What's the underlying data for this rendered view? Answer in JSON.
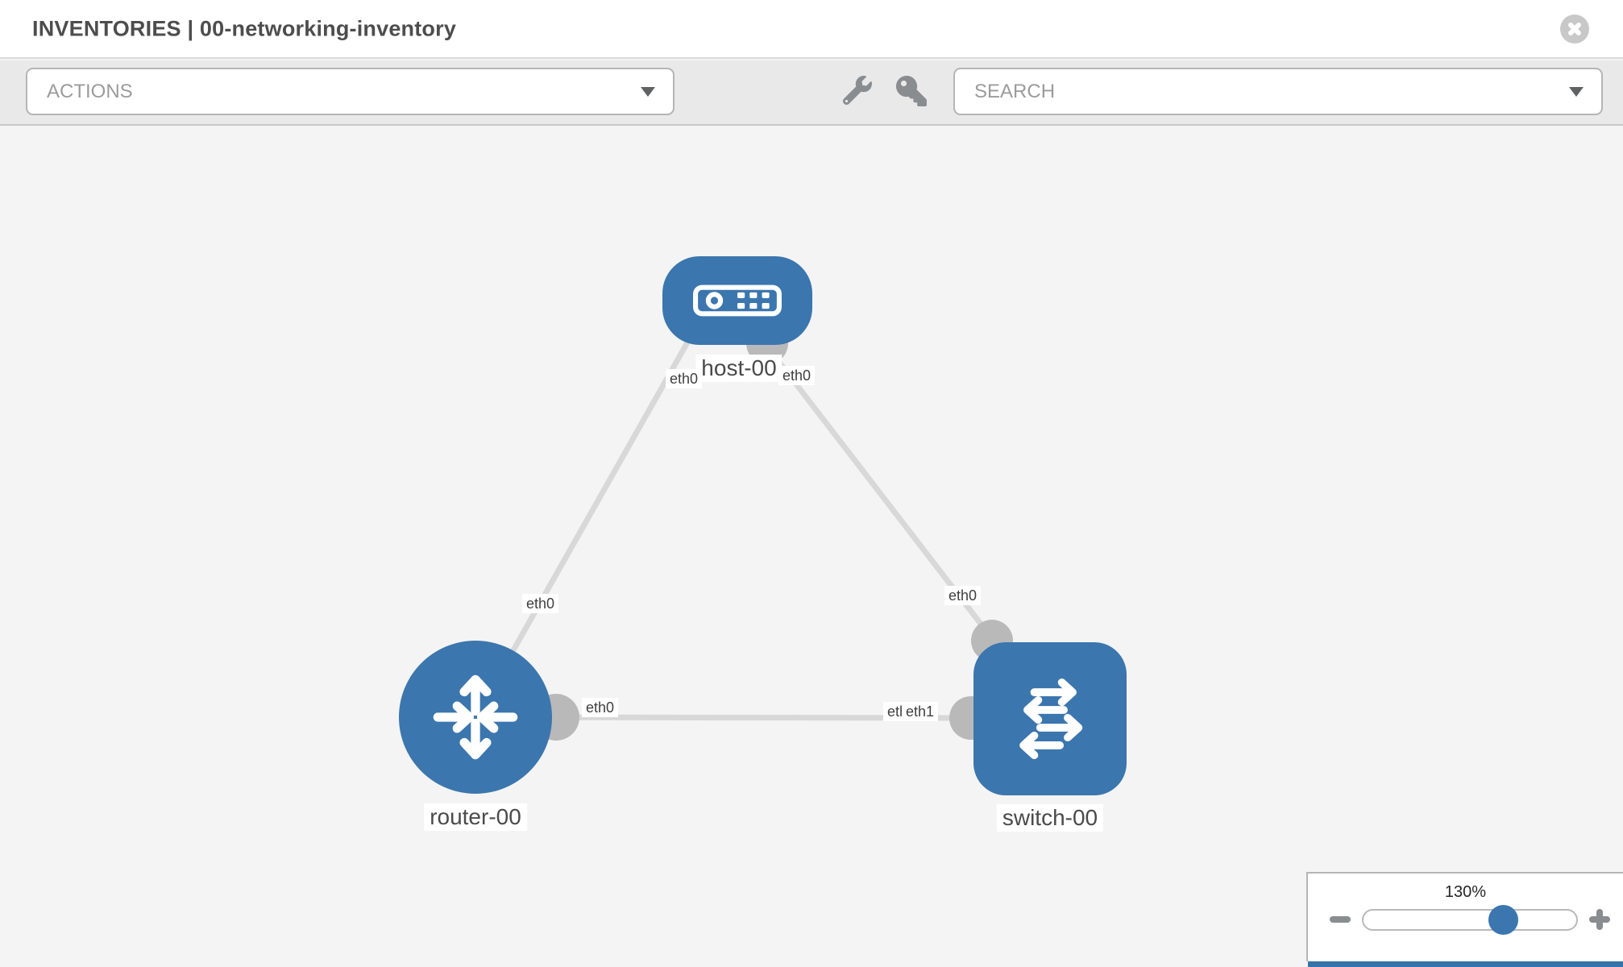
{
  "header": {
    "title": "INVENTORIES | 00-networking-inventory"
  },
  "toolbar": {
    "actions_label": "ACTIONS",
    "search_label": "SEARCH"
  },
  "icons": {
    "close": "circle-x-icon",
    "wrench": "wrench-icon",
    "key": "key-icon",
    "actions_caret": "chevron-down-icon",
    "search_caret": "chevron-down-icon",
    "zoom_out": "minus-icon",
    "zoom_in": "plus-icon"
  },
  "colors": {
    "node_blue": "#3b76ae",
    "edge_gray": "#d8d8d8",
    "connector_gray": "#b9b9b9",
    "toolbar_bg": "#e9e9e9",
    "canvas_bg": "#f4f4f4"
  },
  "diagram": {
    "nodes": [
      {
        "id": "host-00",
        "type": "host",
        "label": "host-00"
      },
      {
        "id": "router-00",
        "type": "router",
        "label": "router-00"
      },
      {
        "id": "switch-00",
        "type": "switch",
        "label": "switch-00"
      }
    ],
    "interfaces": {
      "host_left": "eth0",
      "host_right": "eth0",
      "router_host_mid": "eth0",
      "host_switch_mid": "eth0",
      "router_switch_router_end": "eth0",
      "router_switch_switch_end_back": "eth0",
      "router_switch_switch_end_front": "eth1"
    },
    "links": [
      {
        "from": "router-00",
        "to": "host-00",
        "interfaces": [
          "eth0",
          "eth0"
        ]
      },
      {
        "from": "host-00",
        "to": "switch-00",
        "interfaces": [
          "eth0",
          "eth0"
        ]
      },
      {
        "from": "router-00",
        "to": "switch-00",
        "interfaces": [
          "eth0",
          "eth1"
        ]
      }
    ]
  },
  "zoom_control": {
    "percent_label": "130%",
    "value": 130
  }
}
